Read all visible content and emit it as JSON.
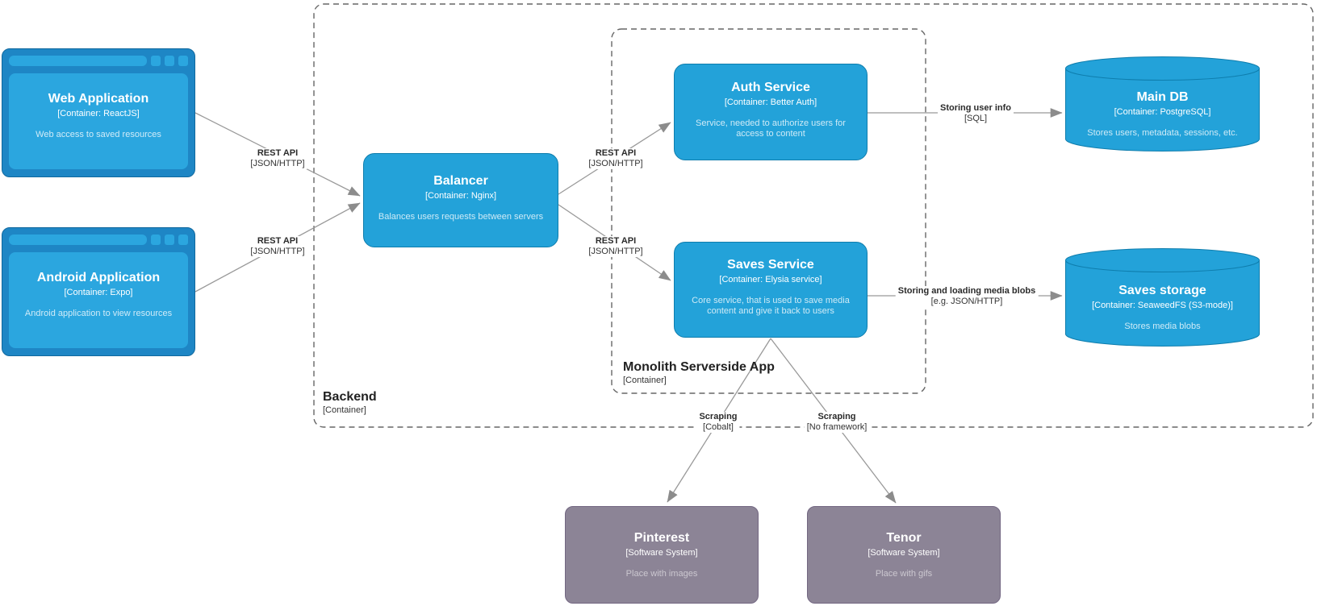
{
  "diagram": {
    "type": "c4-container-diagram",
    "boundaries": {
      "backend": {
        "name": "Backend",
        "type": "[Container]"
      },
      "monolith": {
        "name": "Monolith Serverside App",
        "type": "[Container]"
      }
    },
    "nodes": {
      "web_app": {
        "title": "Web Application",
        "subtitle": "[Container: ReactJS]",
        "description": "Web access to saved resources",
        "shape": "browser"
      },
      "android_app": {
        "title": "Android Application",
        "subtitle": "[Container: Expo]",
        "description": "Android application to view resources",
        "shape": "browser"
      },
      "balancer": {
        "title": "Balancer",
        "subtitle": "[Container: Nginx]",
        "description": "Balances users requests between servers",
        "shape": "rounded-box"
      },
      "auth_service": {
        "title": "Auth Service",
        "subtitle": "[Container: Better Auth]",
        "description": "Service, needed to authorize users for access to content",
        "shape": "rounded-box"
      },
      "saves_service": {
        "title": "Saves Service",
        "subtitle": "[Container: Elysia service]",
        "description": "Core service, that is used to save media content and give it back to users",
        "shape": "rounded-box"
      },
      "main_db": {
        "title": "Main DB",
        "subtitle": "[Container: PostgreSQL]",
        "description": "Stores users, metadata, sessions, etc.",
        "shape": "cylinder"
      },
      "saves_storage": {
        "title": "Saves storage",
        "subtitle": "[Container: SeaweedFS (S3-mode)]",
        "description": "Stores media blobs",
        "shape": "cylinder"
      },
      "pinterest": {
        "title": "Pinterest",
        "subtitle": "[Software System]",
        "description": "Place with images",
        "shape": "external-box"
      },
      "tenor": {
        "title": "Tenor",
        "subtitle": "[Software System]",
        "description": "Place with gifs",
        "shape": "external-box"
      }
    },
    "edges": {
      "web_to_balancer": {
        "name": "REST API",
        "tech": "[JSON/HTTP]"
      },
      "android_to_balancer": {
        "name": "REST API",
        "tech": "[JSON/HTTP]"
      },
      "balancer_to_auth": {
        "name": "REST API",
        "tech": "[JSON/HTTP]"
      },
      "balancer_to_saves": {
        "name": "REST API",
        "tech": "[JSON/HTTP]"
      },
      "auth_to_maindb": {
        "name": "Storing user info",
        "tech": "[SQL]"
      },
      "saves_to_storage": {
        "name": "Storing and loading media blobs",
        "tech": "[e.g. JSON/HTTP]"
      },
      "saves_to_pinterest": {
        "name": "Scraping",
        "tech": "[Cobalt]"
      },
      "saves_to_tenor": {
        "name": "Scraping",
        "tech": "[No framework]"
      }
    },
    "colors": {
      "container_fill": "#23A2D9",
      "container_stroke": "#0E7DAD",
      "browser_frame": "#1E86C5",
      "external_fill": "#8C8496",
      "external_stroke": "#736782",
      "arrow": "#8C8C8C",
      "boundary_dash": "#666666",
      "label_text": "#2b2b2b"
    }
  }
}
